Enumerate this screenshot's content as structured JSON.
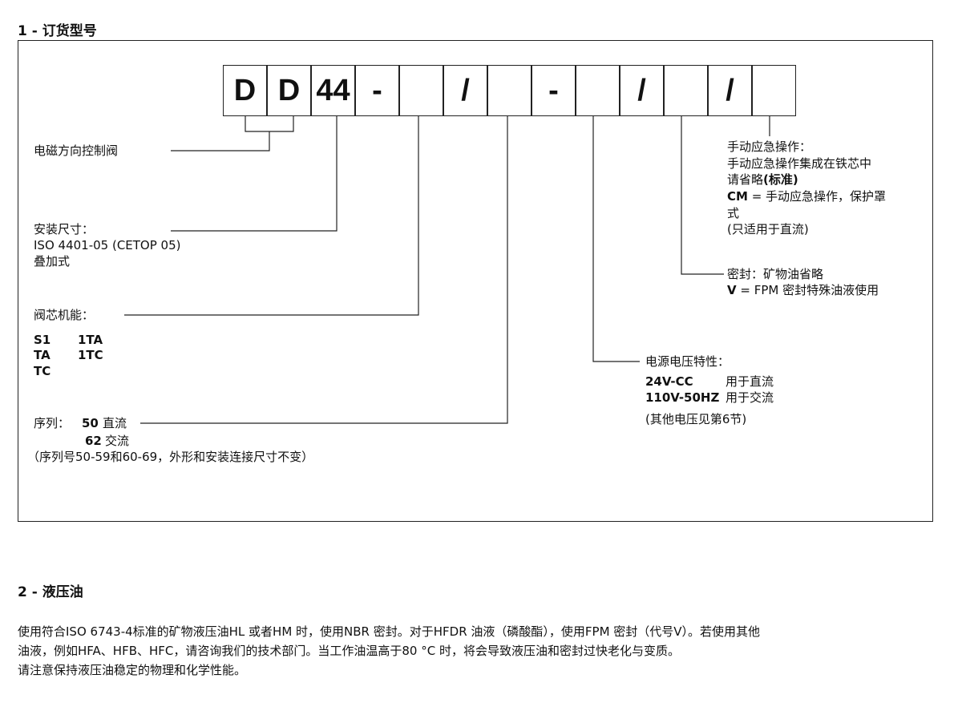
{
  "section1": {
    "title": "1 - 订货型号"
  },
  "code": {
    "cells": [
      "D",
      "D",
      "44",
      "-",
      "",
      "/",
      "",
      "-",
      "",
      "/",
      "",
      "/",
      ""
    ]
  },
  "valve": {
    "label": "电磁方向控制阀"
  },
  "mount": {
    "title": "安装尺寸：",
    "line1": "ISO 4401-05 (CETOP 05)",
    "line2": "叠加式"
  },
  "function": {
    "title": "阀芯机能：",
    "codes": [
      [
        "S1",
        "1TA"
      ],
      [
        "TA",
        "1TC"
      ],
      [
        "TC",
        ""
      ]
    ]
  },
  "series": {
    "label": "序列：",
    "code1": "50",
    "desc1": "直流",
    "code2": "62",
    "desc2": "交流",
    "note": "（序列号50-59和60-69，外形和安装连接尺寸不变）"
  },
  "manual": {
    "title": "手动应急操作：",
    "line1": "手动应急操作集成在铁芯中",
    "line2a": "请省略",
    "line2b": "(标准)",
    "cm_code": "CM",
    "cm_desc": " = 手动应急操作，保护罩",
    "line4": "式",
    "line5": "(只适用于直流)"
  },
  "seal": {
    "title": "密封：矿物油省略",
    "v_code": "V",
    "v_desc": " = FPM 密封特殊油液使用"
  },
  "voltage": {
    "title": "电源电压特性：",
    "r1_code": "24V-CC",
    "r1_desc": "用于直流",
    "r2_code": "110V-50HZ",
    "r2_desc": "用于交流",
    "note": "(其他电压见第6节)"
  },
  "section2": {
    "title": "2 - 液压油",
    "line1": "使用符合ISO 6743-4标准的矿物液压油HL 或者HM 时，使用NBR 密封。对于HFDR 油液（磷酸酯），使用FPM 密封（代号V）。若使用其他",
    "line2": "油液，例如HFA、HFB、HFC，请咨询我们的技术部门。当工作油温高于80 °C 时，将会导致液压油和密封过快老化与变质。",
    "line3": "请注意保持液压油稳定的物理和化学性能。"
  }
}
